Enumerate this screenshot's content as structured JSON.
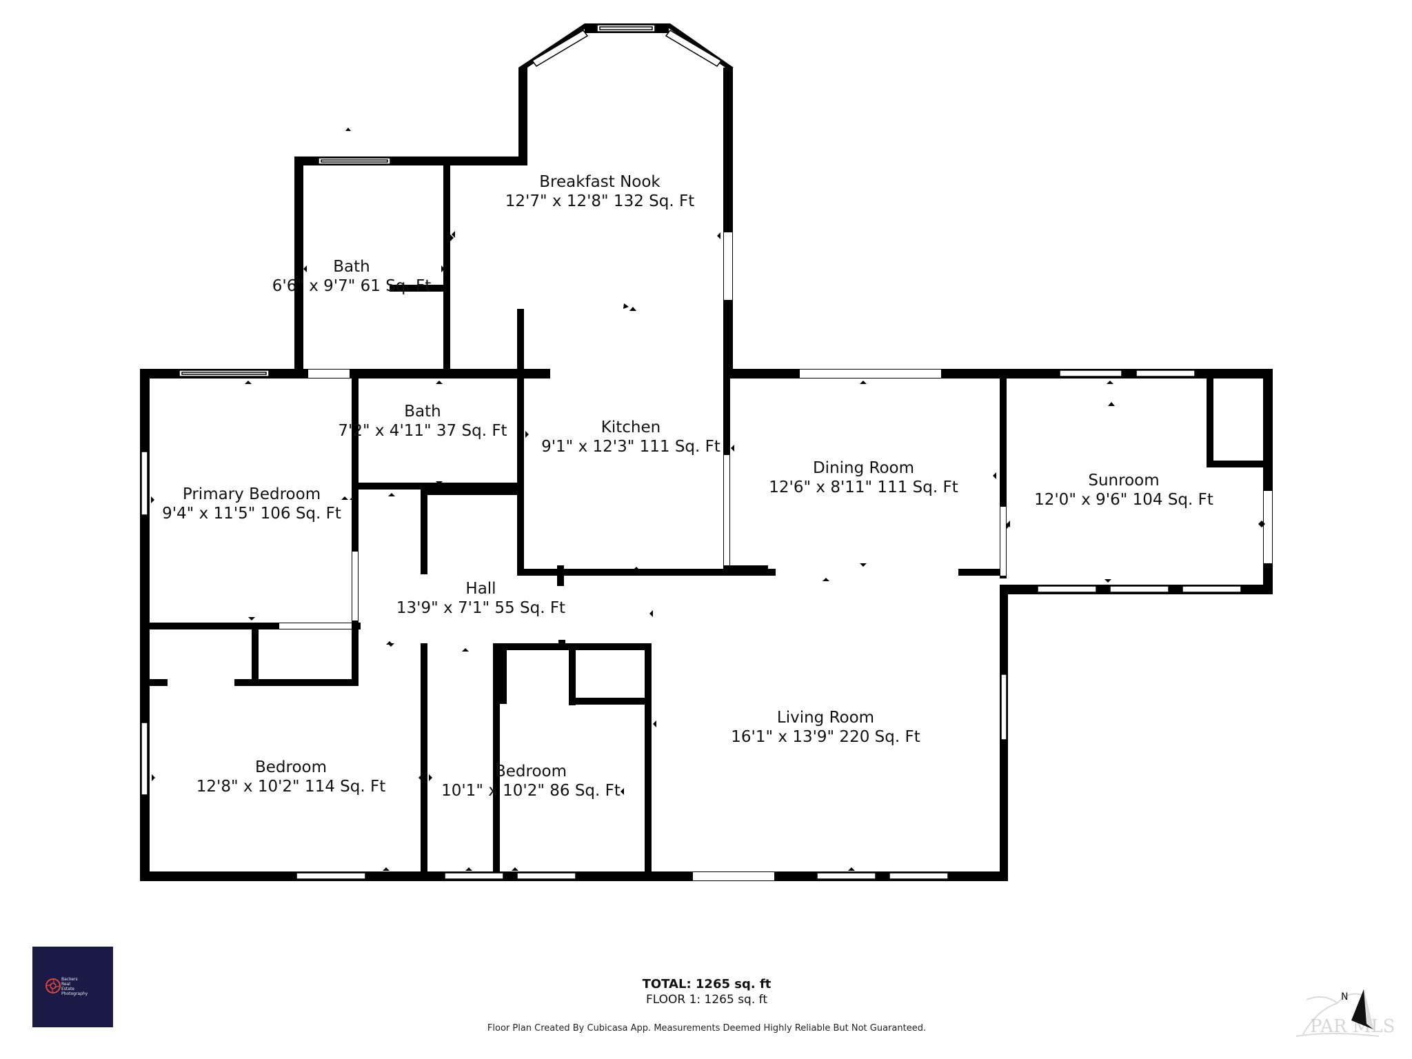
{
  "rooms": {
    "breakfast_nook": {
      "name": "Breakfast Nook",
      "dims": "12'7\" x 12'8\" 132 Sq. Ft"
    },
    "bath_upper": {
      "name": "Bath",
      "dims": "6'6\" x 9'7\" 61 Sq. Ft"
    },
    "bath_small": {
      "name": "Bath",
      "dims": "7'2\" x 4'11\" 37 Sq. Ft"
    },
    "kitchen": {
      "name": "Kitchen",
      "dims": "9'1\" x 12'3\" 111 Sq. Ft"
    },
    "dining_room": {
      "name": "Dining Room",
      "dims": "12'6\" x 8'11\" 111 Sq. Ft"
    },
    "sunroom": {
      "name": "Sunroom",
      "dims": "12'0\" x 9'6\" 104 Sq. Ft"
    },
    "primary_bedroom": {
      "name": "Primary Bedroom",
      "dims": "9'4\" x 11'5\" 106 Sq. Ft"
    },
    "hall": {
      "name": "Hall",
      "dims": "13'9\" x 7'1\" 55 Sq. Ft"
    },
    "living_room": {
      "name": "Living Room",
      "dims": "16'1\" x 13'9\" 220 Sq. Ft"
    },
    "bedroom_left": {
      "name": "Bedroom",
      "dims": "12'8\" x 10'2\" 114 Sq. Ft"
    },
    "bedroom_mid": {
      "name": "Bedroom",
      "dims": "10'1\" x 10'2\" 86 Sq. Ft"
    }
  },
  "totals": {
    "total": "TOTAL: 1265 sq. ft",
    "floor": "FLOOR 1: 1265 sq. ft"
  },
  "disclaimer": "Floor Plan Created By Cubicasa App. Measurements Deemed Highly Reliable But Not Guaranteed.",
  "logo": {
    "text": "Backers\nReal\nEstate\nPhotography",
    "bg_color": "#1b1a46",
    "accent_color": "#e0453a"
  },
  "compass": {
    "label": "N",
    "icon": "north-arrow-icon"
  },
  "watermark": {
    "text": "PAR MLS",
    "icon": "palm-tree-icon"
  },
  "colors": {
    "wall": "#000000",
    "window": "#ffffff",
    "background": "#ffffff"
  }
}
